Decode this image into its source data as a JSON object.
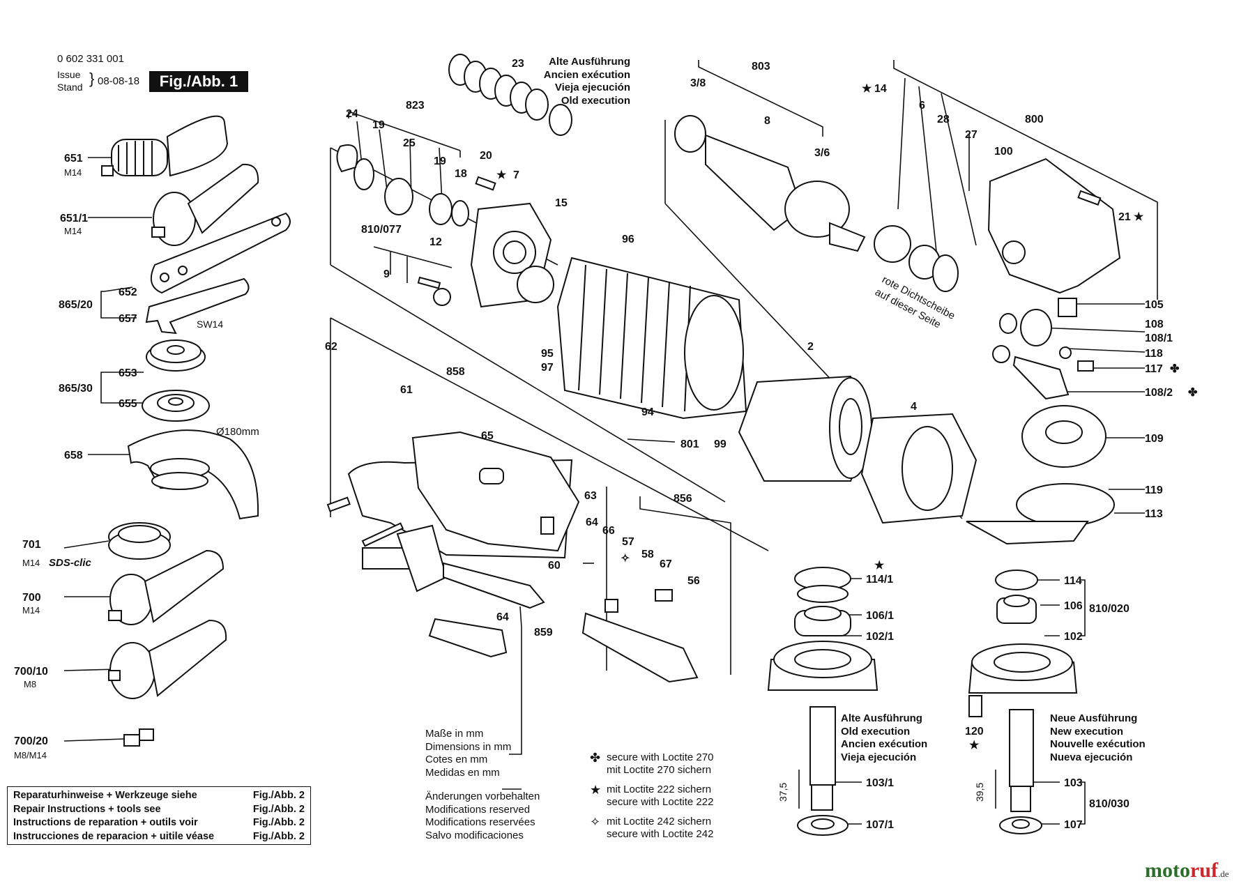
{
  "header": {
    "part_number": "0 602 331 001",
    "issue_label": "Issue",
    "stand_label": "Stand",
    "date": "08-08-18",
    "figure_label": "Fig./Abb. 1"
  },
  "old_version_note": [
    "Alte Ausführung",
    "Ancien exécution",
    "Vieja ejecución",
    "Old execution"
  ],
  "old_execution_block": [
    "Alte Ausführung",
    "Old execution",
    "Ancien exécution",
    "Vieja ejecución"
  ],
  "new_execution_block": [
    "Neue Ausführung",
    "New execution",
    "Nouvelle exécution",
    "Nueva ejecución"
  ],
  "dimensions_note": [
    "Maße in mm",
    "Dimensions in mm",
    "Cotes en mm",
    "Medidas en mm"
  ],
  "modifications_note": [
    "Änderungen vorbehalten",
    "Modifications reserved",
    "Modifications reservées",
    "Salvo modificaciones"
  ],
  "legend": [
    {
      "symbol": "✤",
      "lines": [
        "secure with Loctite 270",
        "mit Loctite 270 sichern"
      ]
    },
    {
      "symbol": "★",
      "lines": [
        "mit Loctite 222 sichern",
        "secure with Loctite 222"
      ]
    },
    {
      "symbol": "✧",
      "lines": [
        "mit Loctite 242 sichern",
        "secure with Loctite 242"
      ]
    }
  ],
  "repair_notes": [
    {
      "text": "Reparaturhinweise + Werkzeuge siehe",
      "ref": "Fig./Abb. 2"
    },
    {
      "text": "Repair Instructions + tools see",
      "ref": "Fig./Abb. 2"
    },
    {
      "text": "Instructions de reparation + outils voir",
      "ref": "Fig./Abb. 2"
    },
    {
      "text": "Instrucciones de reparacion + uitile véase",
      "ref": "Fig./Abb. 2"
    }
  ],
  "seal_note": [
    "rote Dichtscheibe",
    "auf dieser Seite"
  ],
  "part_labels": {
    "p651": "651",
    "p651_1": "651/1",
    "m14_a": "M14",
    "m14_b": "M14",
    "p652": "652",
    "p657": "657",
    "p865_20": "865/20",
    "sw14": "SW14",
    "p653": "653",
    "p655": "655",
    "p865_30": "865/30",
    "dia": "Ø180mm",
    "p658": "658",
    "p701": "701",
    "m14_c": "M14",
    "sds": "SDS-clic",
    "p700": "700",
    "m14_d": "M14",
    "p700_10": "700/10",
    "m8": "M8",
    "p700_20": "700/20",
    "m8m14": "M8/M14",
    "p23": "23",
    "p823": "823",
    "p24": "24",
    "p19a": "19",
    "p25": "25",
    "p19b": "19",
    "p18": "18",
    "p20": "20",
    "p7": "7",
    "p810_077": "810/077",
    "p12": "12",
    "p9": "9",
    "p15": "15",
    "p96": "96",
    "p95": "95",
    "p97": "97",
    "p94": "94",
    "p801": "801",
    "p99": "99",
    "p62": "62",
    "p61": "61",
    "p858": "858",
    "p65": "65",
    "p63": "63",
    "p856": "856",
    "p64a": "64",
    "p66": "66",
    "p57": "57",
    "p58": "58",
    "p67": "67",
    "p56": "56",
    "p60": "60",
    "p64b": "64",
    "p859": "859",
    "p3_8": "3/8",
    "p803": "803",
    "p8": "8",
    "p3_6": "3/6",
    "p14": "14",
    "p6": "6",
    "p28": "28",
    "p27": "27",
    "p800": "800",
    "p100": "100",
    "p21": "21",
    "p2": "2",
    "p4": "4",
    "p105": "105",
    "p108": "108",
    "p108_1": "108/1",
    "p118": "118",
    "p117": "117",
    "p108_2": "108/2",
    "p109": "109",
    "p119": "119",
    "p113": "113",
    "p114_1": "114/1",
    "p106_1": "106/1",
    "p102_1": "102/1",
    "p114": "114",
    "p106": "106",
    "p102": "102",
    "p810_020": "810/020",
    "p120": "120",
    "p103_1": "103/1",
    "p107_1": "107/1",
    "p103": "103",
    "p107": "107",
    "p810_030": "810/030",
    "d37_5": "37,5",
    "d39_5": "39,5"
  },
  "logo": {
    "m": "moto",
    "r": "ruf",
    "de": ".de"
  }
}
